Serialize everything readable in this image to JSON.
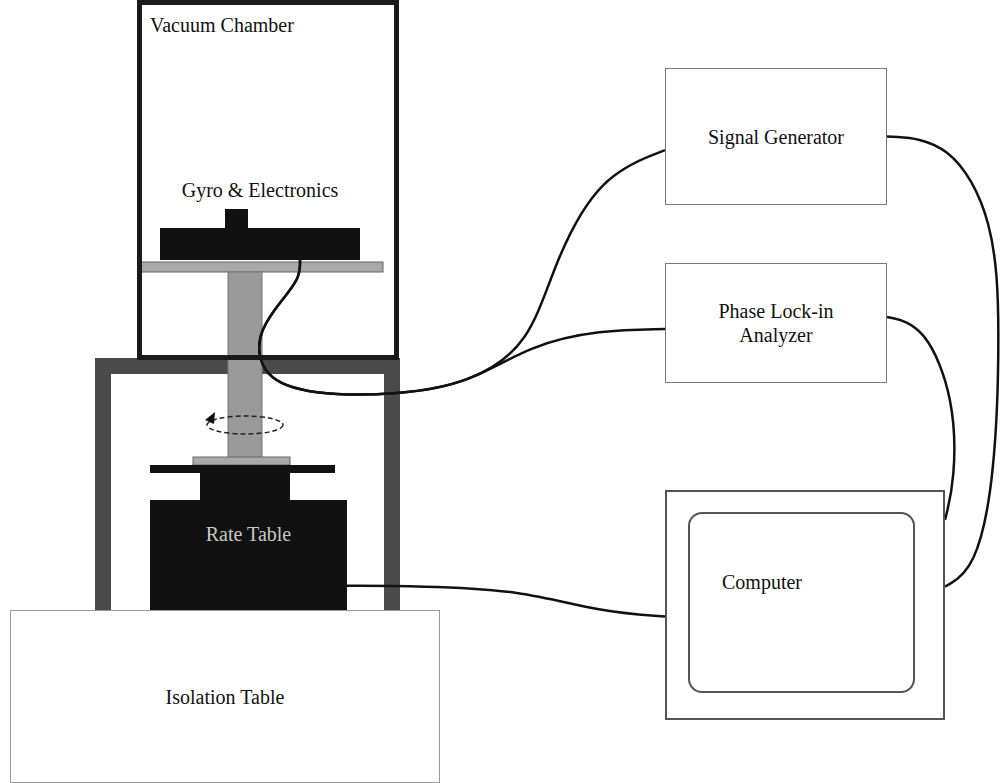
{
  "diagram": {
    "nodes": [
      {
        "text": [
          "Vacuum Chamber"
        ]
      },
      {
        "text": [
          "Gyro & Electronics"
        ],
        "in": 0
      },
      {
        "text": [
          "Signal Generator"
        ]
      },
      {
        "text": [
          "Phase Lock-in Analyzer"
        ]
      },
      {
        "text": [
          "Rate Table"
        ]
      },
      {
        "text": [
          "Computer"
        ]
      },
      {
        "text": [
          "Isolation Table"
        ]
      }
    ],
    "edges": [
      {
        "from": 1,
        "to": 2,
        "arrow": "none"
      },
      {
        "from": 1,
        "to": 3,
        "arrow": "none"
      },
      {
        "from": 2,
        "to": 5,
        "arrow": "none"
      },
      {
        "from": 3,
        "to": 5,
        "arrow": "none"
      },
      {
        "from": 4,
        "to": 5,
        "arrow": "none"
      }
    ]
  }
}
